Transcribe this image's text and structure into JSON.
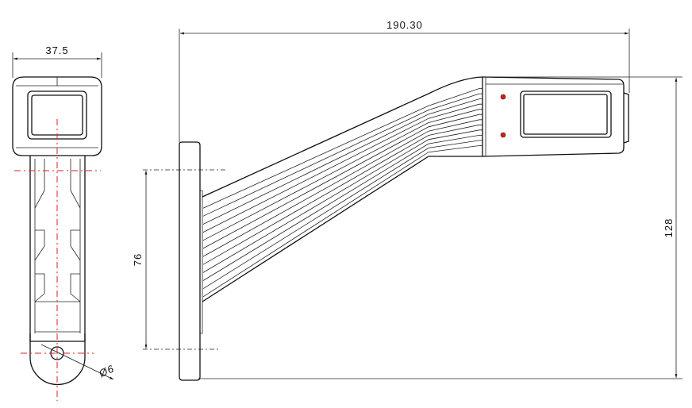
{
  "drawing": {
    "dimensions": {
      "width_front": "37.5",
      "hole_diameter": "Ø6",
      "total_length": "190.30",
      "total_height": "128",
      "mount_spacing": "76"
    },
    "colors": {
      "line": "#111111",
      "centerline": "#dd2222",
      "marker_dot": "#cc2222"
    },
    "arm_ribs": 12
  }
}
